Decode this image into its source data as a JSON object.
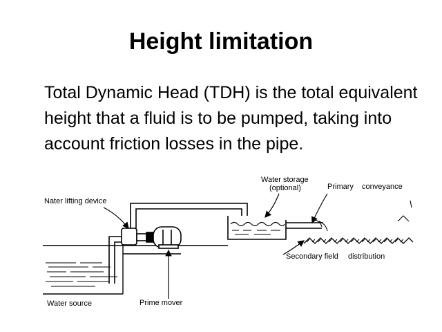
{
  "title": "Height limitation",
  "body": "Total Dynamic Head (TDH) is the total equivalent height that a fluid is to be pumped, taking into account friction losses in the pipe.",
  "diagram": {
    "labels": {
      "water_storage_line1": "Water storage",
      "water_storage_line2": "(optional)",
      "primary_conveyance_a": "Primary",
      "primary_conveyance_b": "conveyance",
      "water_lifting_device": "Nater lifting device",
      "secondary_field_a": "Secondary field",
      "secondary_field_b": "distribution",
      "water_source": "Water source",
      "prime_mover": "Prime mover"
    }
  }
}
